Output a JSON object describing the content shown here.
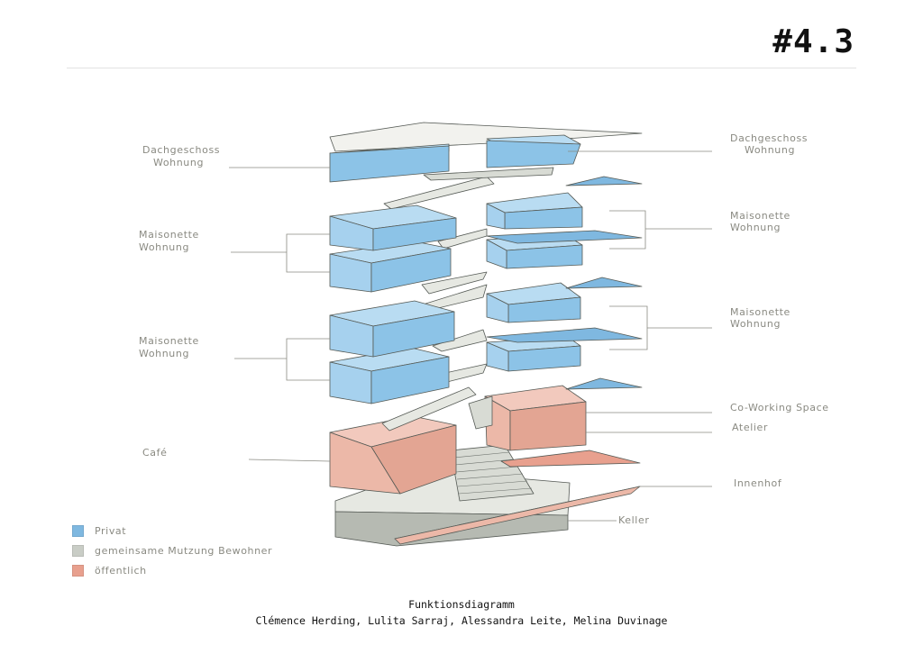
{
  "page_number": "#4.3",
  "caption": {
    "title": "Funktionsdiagramm",
    "authors": "Clémence Herding, Lulita Sarraj, Alessandra Leite, Melina Duvinage"
  },
  "labels_left": {
    "dachgeschoss_1": "Dachgeschoss",
    "dachgeschoss_2": "Wohnung",
    "maisonette_upper_1": "Maisonette",
    "maisonette_upper_2": "Wohnung",
    "maisonette_lower_1": "Maisonette",
    "maisonette_lower_2": "Wohnung",
    "cafe": "Café"
  },
  "labels_right": {
    "dachgeschoss_1": "Dachgeschoss",
    "dachgeschoss_2": "Wohnung",
    "maisonette_upper_1": "Maisonette",
    "maisonette_upper_2": "Wohnung",
    "maisonette_lower_1": "Maisonette",
    "maisonette_lower_2": "Wohnung",
    "coworking": "Co-Working Space",
    "atelier": "Atelier",
    "innenhof": "Innenhof",
    "keller": "Keller"
  },
  "legend": [
    {
      "label": "Privat",
      "color": "#7fb8e0"
    },
    {
      "label": "gemeinsame Mutzung Bewohner",
      "color": "#c9cdc6"
    },
    {
      "label": "öffentlich",
      "color": "#e8a08e"
    }
  ],
  "colors": {
    "private_top": "#b9dcf2",
    "private_side": "#8cc3e7",
    "private_front": "#a6d1ee",
    "shared_top": "#e6e8e2",
    "shared_side": "#b6bab2",
    "public_top": "#f2c9bd",
    "public_side": "#e3a593",
    "public_front": "#ecb8a8",
    "stroke": "#555a55",
    "leader": "#8a8a82"
  }
}
